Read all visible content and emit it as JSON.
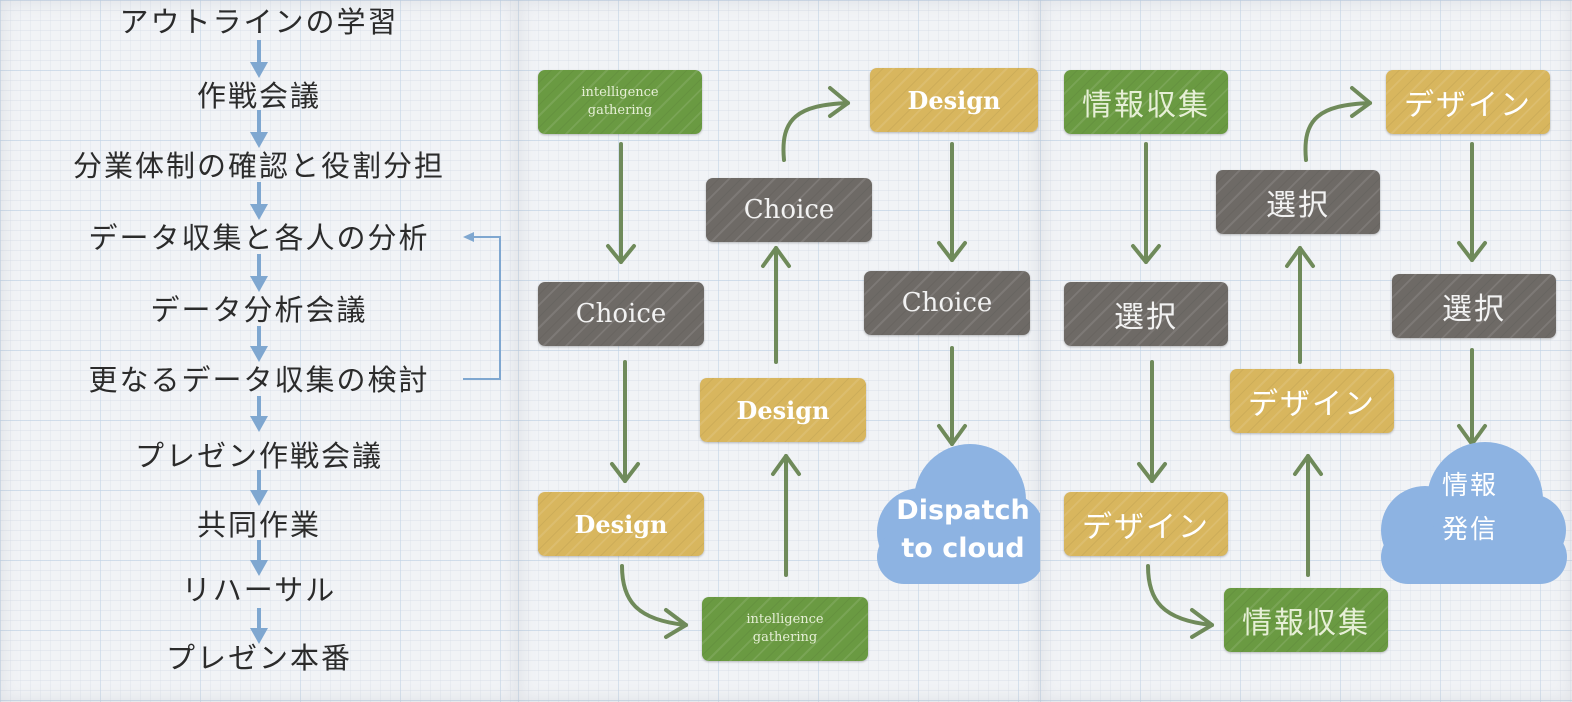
{
  "panels": {
    "outline": {
      "steps": [
        "アウトラインの学習",
        "作戦会議",
        "分業体制の確認と役割分担",
        "データ収集と各人の分析",
        "データ分析会議",
        "更なるデータ収集の検討",
        "プレゼン作戦会議",
        "共同作業",
        "リハーサル",
        "プレゼン本番"
      ],
      "loop_back": {
        "from": "更なるデータ収集の検討",
        "to": "データ収集と各人の分析"
      },
      "arrow_color": "#7fa7d0"
    },
    "english_cycle": {
      "nodes": {
        "gather_top": "intelligence\ngathering",
        "choice_left": "Choice",
        "design_left": "Design",
        "gather_bottom": "intelligence\ngathering",
        "design_mid": "Design",
        "choice_mid": "Choice",
        "design_top": "Design",
        "choice_right": "Choice",
        "cloud_line1": "Dispatch",
        "cloud_line2": "to cloud"
      }
    },
    "japanese_cycle": {
      "nodes": {
        "gather_top": "情報収集",
        "choice_left": "選択",
        "design_left": "デザイン",
        "gather_bottom": "情報収集",
        "design_mid": "デザイン",
        "choice_mid": "選択",
        "design_top": "デザイン",
        "choice_right": "選択",
        "cloud_line1": "情報",
        "cloud_line2": "発信"
      }
    }
  },
  "colors": {
    "green": "#6a9a42",
    "gray": "#6e6a66",
    "gold": "#d8b65e",
    "cloud": "#8db3e2",
    "flow_arrow": "#6f8a5a"
  }
}
